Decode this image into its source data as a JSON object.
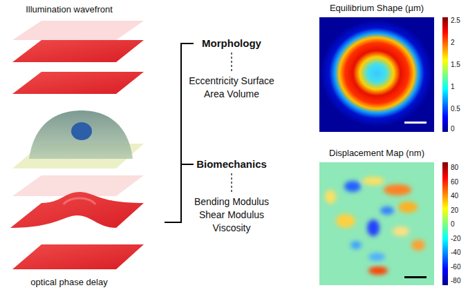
{
  "diagram": {
    "nodes": [
      {
        "text": [
          "Equilibrium Shape (µm)"
        ]
      },
      {
        "text": [
          "Displacement Map (nm)"
        ]
      }
    ],
    "labels": [
      "Illumination wavefront",
      "optical phase delay",
      "Morphology",
      "Eccentricity Surface Area Volume",
      "Biomechanics",
      "Bending Modulus Shear Modulus Viscosity",
      "2.5",
      "2",
      "1.5",
      "1",
      "0.5",
      "0",
      "80",
      "60",
      "40",
      "20",
      "0",
      "-20",
      "-40",
      "-60",
      "-80"
    ]
  }
}
